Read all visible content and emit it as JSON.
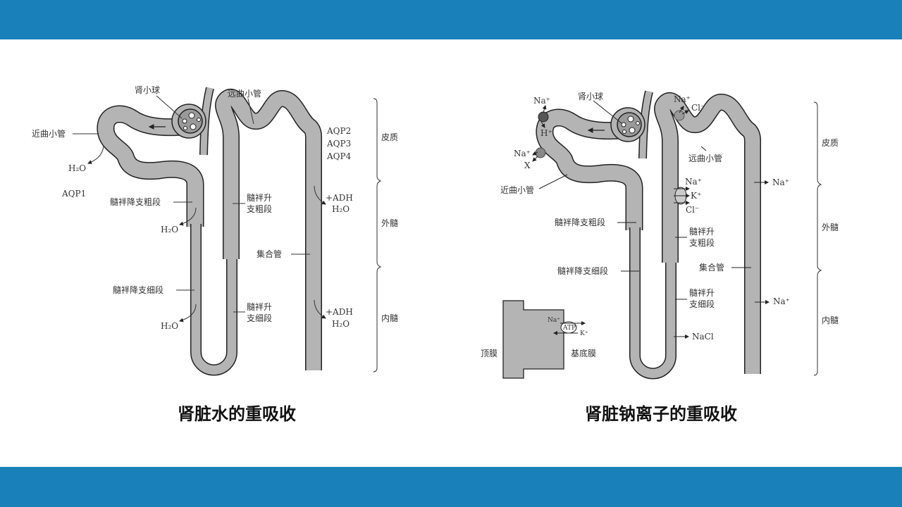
{
  "left": {
    "title": "肾脏水的重吸收",
    "labels": {
      "glomerulus": "肾小球",
      "dct": "远曲小管",
      "pct": "近曲小管",
      "h2o_pct": "H₂O",
      "aqp1": "AQP1",
      "thick_desc": "髓袢降支粗段",
      "h2o_thick": "H₂O",
      "thick_asc_1": "髓袢升",
      "thick_asc_2": "支粗段",
      "aqp2": "AQP2",
      "aqp3": "AQP3",
      "aqp4": "AQP4",
      "adh1": "+ADH",
      "adh1_h2o": "H₂O",
      "collecting": "集合管",
      "thin_desc": "髓袢降支细段",
      "thin_asc_1": "髓袢升",
      "thin_asc_2": "支细段",
      "h2o_thin": "H₂O",
      "adh2": "+ADH",
      "adh2_h2o": "H₂O"
    },
    "zones": [
      "皮质",
      "外髓",
      "内髓"
    ]
  },
  "right": {
    "title": "肾脏钠离子的重吸收",
    "labels": {
      "na1": "Na⁺",
      "h": "H⁺",
      "na2": "Na⁺",
      "x": "X",
      "glomerulus": "肾小球",
      "na3": "Na⁺",
      "cl1": "Cl⁻",
      "dct": "远曲小管",
      "pct": "近曲小管",
      "na4": "Na⁺",
      "k": "K⁺",
      "cl2": "Cl⁻",
      "na_cd1": "Na⁺",
      "thick_desc": "髓袢降支粗段",
      "thick_asc_1": "髓袢升",
      "thick_asc_2": "支粗段",
      "collecting": "集合管",
      "thin_desc": "髓袢降支细段",
      "thin_asc_1": "髓袢升",
      "thin_asc_2": "支细段",
      "na_cd2": "Na⁺",
      "nacl": "NaCl",
      "cell_na": "Na⁺",
      "cell_atp": "ATP",
      "cell_k": "K⁺",
      "apical": "顶膜",
      "basal": "基底膜"
    },
    "zones": [
      "皮质",
      "外髓",
      "内髓"
    ]
  },
  "colors": {
    "bar": "#1a80ba",
    "tube": "#b4b4b4"
  }
}
